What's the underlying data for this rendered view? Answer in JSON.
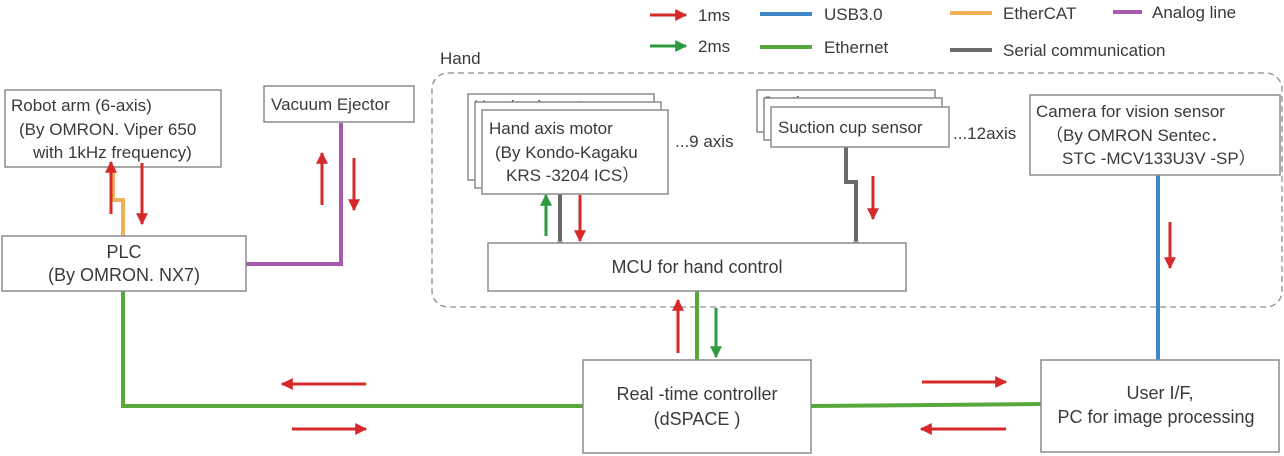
{
  "colors": {
    "arrow_1ms": "#d62a2a",
    "arrow_2ms": "#2e9a3e",
    "usb": "#3f86c8",
    "ethernet": "#56a83a",
    "ethercat": "#f0b05a",
    "analog": "#a85aae",
    "serial": "#6a6a6a"
  },
  "legend": {
    "arrow_1ms": "1ms",
    "arrow_2ms": "2ms",
    "usb": "USB3.0",
    "ethernet": "Ethernet",
    "ethercat": "EtherCAT",
    "serial": "Serial communication",
    "analog": "Analog line"
  },
  "hand_group_label": "Hand",
  "nodes": {
    "robot_arm": [
      "Robot arm (6-axis)",
      "(By OMRON. Viper 650",
      "with 1kHz frequency)"
    ],
    "vacuum": "Vacuum Ejector",
    "plc": [
      "PLC",
      "(By OMRON. NX7)"
    ],
    "motor_back": "Hand axis motor",
    "motor": [
      "Hand axis motor",
      "(By Kondo-Kagaku",
      "KRS -3204 ICS）"
    ],
    "motor_count": "...9 axis",
    "sensor_back": "Suction cup sensor",
    "sensor": "Suction cup sensor",
    "sensor_count": "...12axis",
    "camera": [
      "Camera for vision sensor",
      "（By OMRON Sentec．",
      "STC -MCV133U3V -SP）"
    ],
    "mcu": "MCU for hand control",
    "rtc": [
      "Real -time controller",
      "(dSPACE )"
    ],
    "pc": [
      "User I/F,",
      "PC for image processing"
    ]
  }
}
